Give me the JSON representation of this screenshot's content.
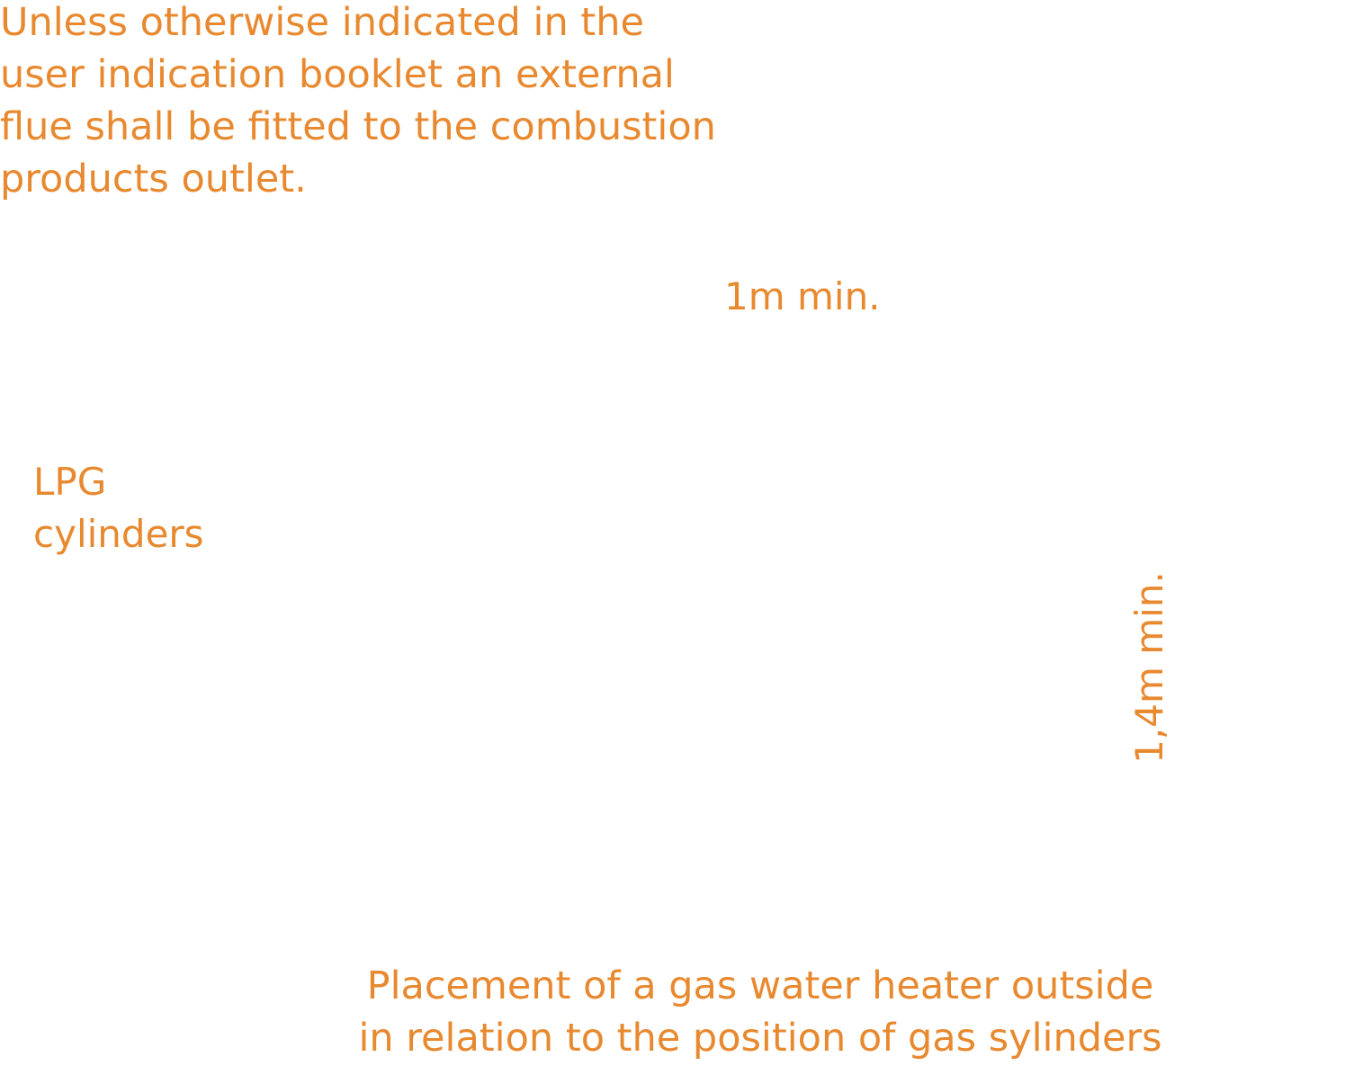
{
  "diagram": {
    "note_lines": [
      "Unless otherwise indicated in the",
      "user indication booklet an external",
      "flue shall be fitted to the combustion",
      "products outlet."
    ],
    "horizontal_distance_label": "1m min.",
    "cylinder_label_lines": [
      "LPG",
      "cylinders"
    ],
    "vertical_distance_label": "1,4m min.",
    "caption_lines": [
      "Placement of a gas water heater outside",
      "in relation to the position of gas sylinders"
    ],
    "text_color": "#e8892f"
  }
}
